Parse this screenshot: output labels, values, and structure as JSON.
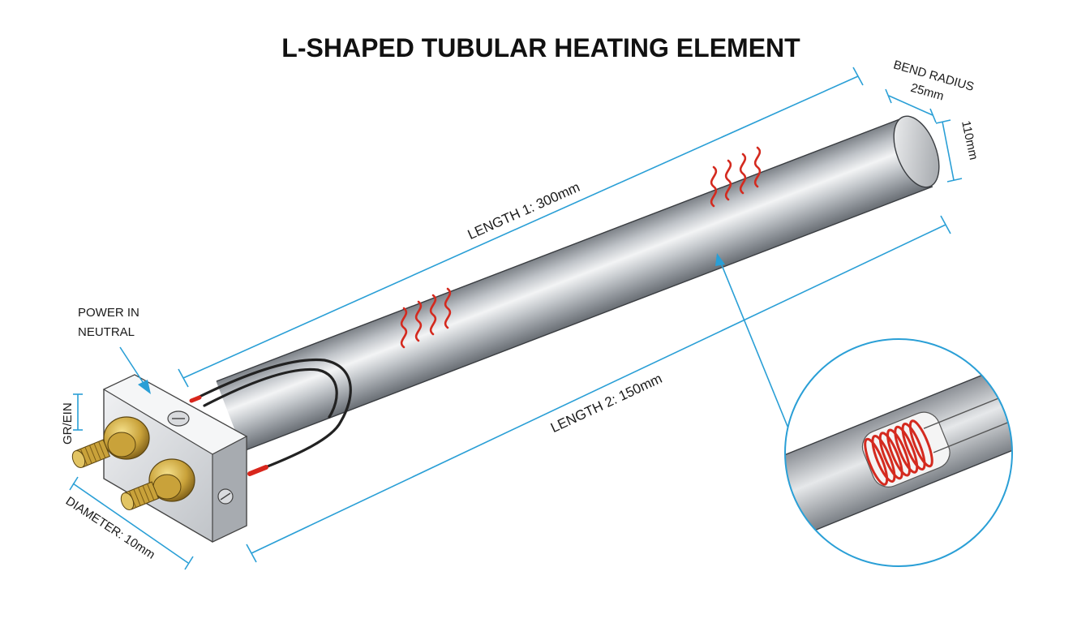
{
  "title": "L-SHAPED TUBULAR HEATING ELEMENT",
  "labels": {
    "length1": "LENGTH 1: 300mm",
    "length2": "LENGTH 2: 150mm",
    "bend_radius_line1": "BEND RADIUS",
    "bend_radius_line2": "25mm",
    "height_dim": "110mm",
    "power_in_line1": "POWER IN",
    "power_in_line2": "NEUTRAL",
    "ground": "GR/EIN",
    "diameter": "DIAMETER: 10mm"
  },
  "colors": {
    "dimension_line": "#2a9fd6",
    "heat_wave": "#d42a1f",
    "tube_metal": "#b8bcc2",
    "brass": "#c9a23a",
    "wire_red": "#d8261c"
  },
  "icons": {
    "heat_waves": "wavy-heat-lines",
    "cutaway": "magnified-coil-cutaway"
  }
}
